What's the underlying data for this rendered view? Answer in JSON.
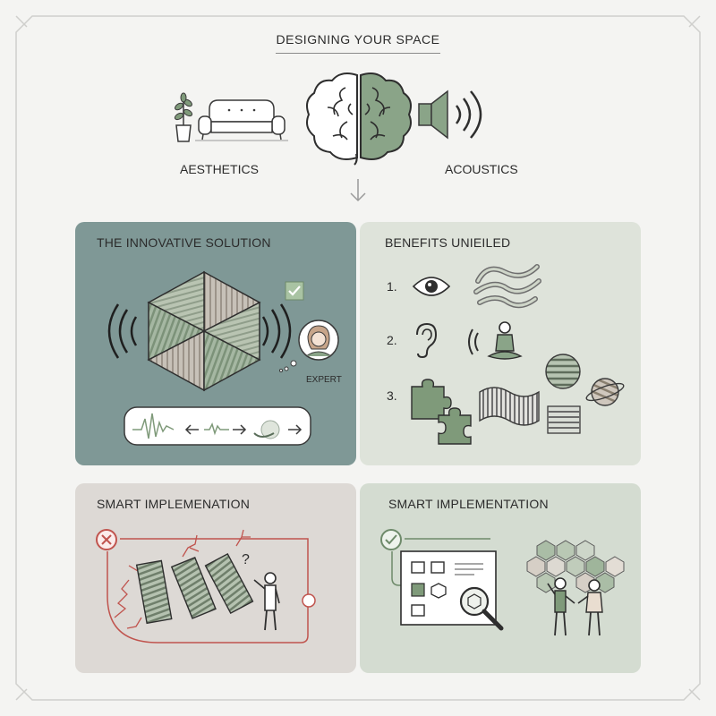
{
  "header": {
    "title": "DESIGNING YOUR SPACE",
    "aesthetics_label": "AESTHETICS",
    "acoustics_label": "ACOUSTICS"
  },
  "panels": [
    {
      "title": "THE INNOVATIVE SOLUTION",
      "expert_label": "EXPERT"
    },
    {
      "title": "BENEFITS UNIEILED",
      "numbers": [
        "1.",
        "2.",
        "3."
      ]
    },
    {
      "title": "SMART IMPLEMENATION"
    },
    {
      "title": "SMART IMPLEMENTATION"
    }
  ],
  "colors": {
    "sage": "#7f9896",
    "light_green": "#dee3da",
    "warm_gray": "#ddd9d5",
    "mint": "#d4dcd1",
    "error_red": "#c0544e",
    "success_green": "#6e8a6a"
  },
  "icons": [
    "plant-icon",
    "sofa-icon",
    "brain-icon",
    "speaker-icon",
    "arrow-down-icon",
    "hexagon-panel-icon",
    "check-icon",
    "expert-avatar-icon",
    "eye-icon",
    "ear-icon",
    "meditation-icon",
    "puzzle-icon",
    "error-x-icon",
    "success-check-icon",
    "magnifier-icon"
  ]
}
